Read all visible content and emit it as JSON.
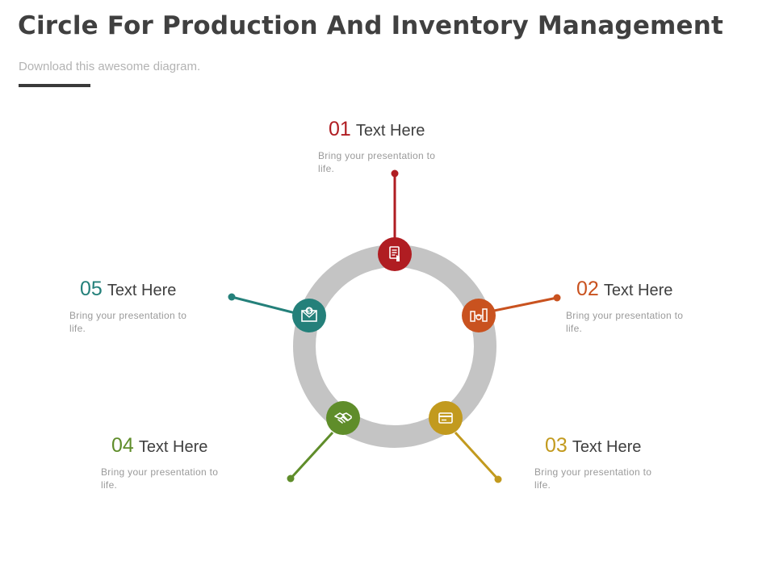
{
  "title": "Circle For Production And Inventory Management",
  "subtitle": "Download this awesome diagram.",
  "steps": [
    {
      "number": "01",
      "heading": "Text Here",
      "description": "Bring your presentation to life.",
      "color": "#b01d22",
      "icon": "document-touch-icon"
    },
    {
      "number": "02",
      "heading": "Text Here",
      "description": "Bring your presentation to life.",
      "color": "#c9521f",
      "icon": "machinery-icon"
    },
    {
      "number": "03",
      "heading": "Text Here",
      "description": "Bring your presentation to life.",
      "color": "#c29a1e",
      "icon": "credit-card-icon"
    },
    {
      "number": "04",
      "heading": "Text Here",
      "description": "Bring your presentation to life.",
      "color": "#5f8d2a",
      "icon": "handshake-icon"
    },
    {
      "number": "05",
      "heading": "Text Here",
      "description": "Bring your presentation to life.",
      "color": "#24807a",
      "icon": "money-envelope-icon"
    }
  ],
  "ring_color": "#c4c4c4"
}
